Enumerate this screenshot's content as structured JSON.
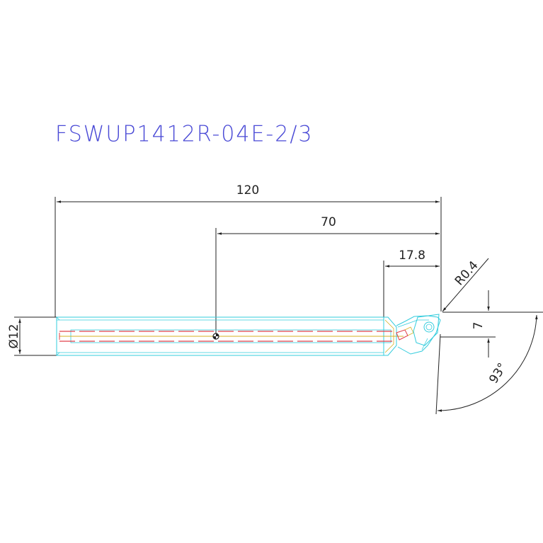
{
  "drawing": {
    "part_number": "FSWUP1412R-04E-2/3"
  },
  "dimensions": {
    "overall_length": "120",
    "gauge_length": "70",
    "head_length": "17.8",
    "nose_radius": "R0.4",
    "shank_diameter": "Ø12",
    "offset": "7",
    "approach_angle": "93°"
  },
  "colors": {
    "body_outline": "#33ccdd",
    "coolant_line": "#e0404a",
    "coolant_core": "#d4b020",
    "dimension_line": "#222222",
    "title_text": "#4a4ad6",
    "insert": "#33ccdd"
  }
}
